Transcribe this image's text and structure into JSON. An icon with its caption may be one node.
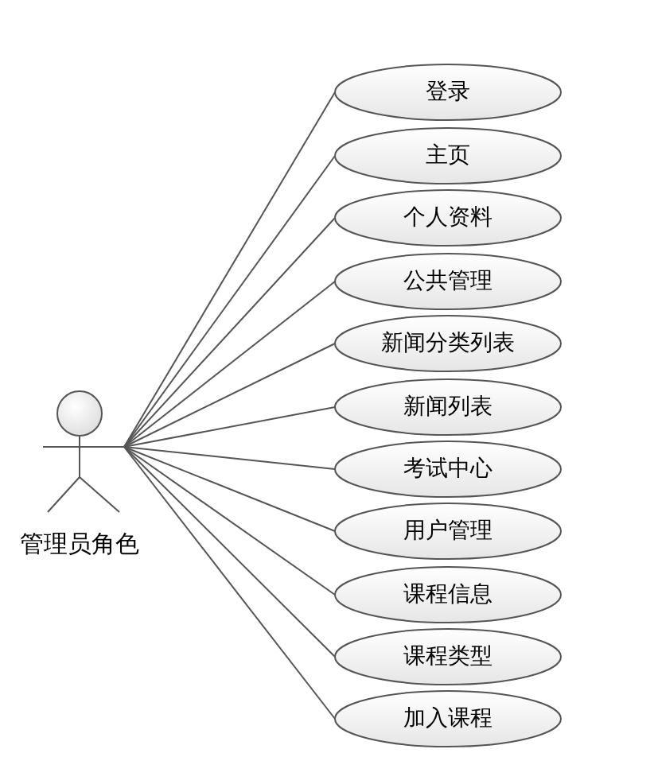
{
  "diagram": {
    "nodes": [
      {
        "text": [
          "管理员角色"
        ]
      },
      {
        "text": [
          "登录"
        ]
      },
      {
        "text": [
          "主页"
        ]
      },
      {
        "text": [
          "个人资料"
        ]
      },
      {
        "text": [
          "公共管理"
        ]
      },
      {
        "text": [
          "新闻分类列表"
        ]
      },
      {
        "text": [
          "新闻列表"
        ]
      },
      {
        "text": [
          "考试中心"
        ]
      },
      {
        "text": [
          "用户管理"
        ]
      },
      {
        "text": [
          "课程信息"
        ]
      },
      {
        "text": [
          "课程类型"
        ]
      },
      {
        "text": [
          "加入课程"
        ]
      }
    ],
    "edges": [
      {
        "from": 0,
        "to": 1,
        "arrow": "none"
      },
      {
        "from": 0,
        "to": 2,
        "arrow": "none"
      },
      {
        "from": 0,
        "to": 3,
        "arrow": "none"
      },
      {
        "from": 0,
        "to": 4,
        "arrow": "none"
      },
      {
        "from": 0,
        "to": 5,
        "arrow": "none"
      },
      {
        "from": 0,
        "to": 6,
        "arrow": "none"
      },
      {
        "from": 0,
        "to": 7,
        "arrow": "none"
      },
      {
        "from": 0,
        "to": 8,
        "arrow": "none"
      },
      {
        "from": 0,
        "to": 9,
        "arrow": "none"
      },
      {
        "from": 0,
        "to": 10,
        "arrow": "none"
      },
      {
        "from": 0,
        "to": 11,
        "arrow": "none"
      }
    ]
  }
}
